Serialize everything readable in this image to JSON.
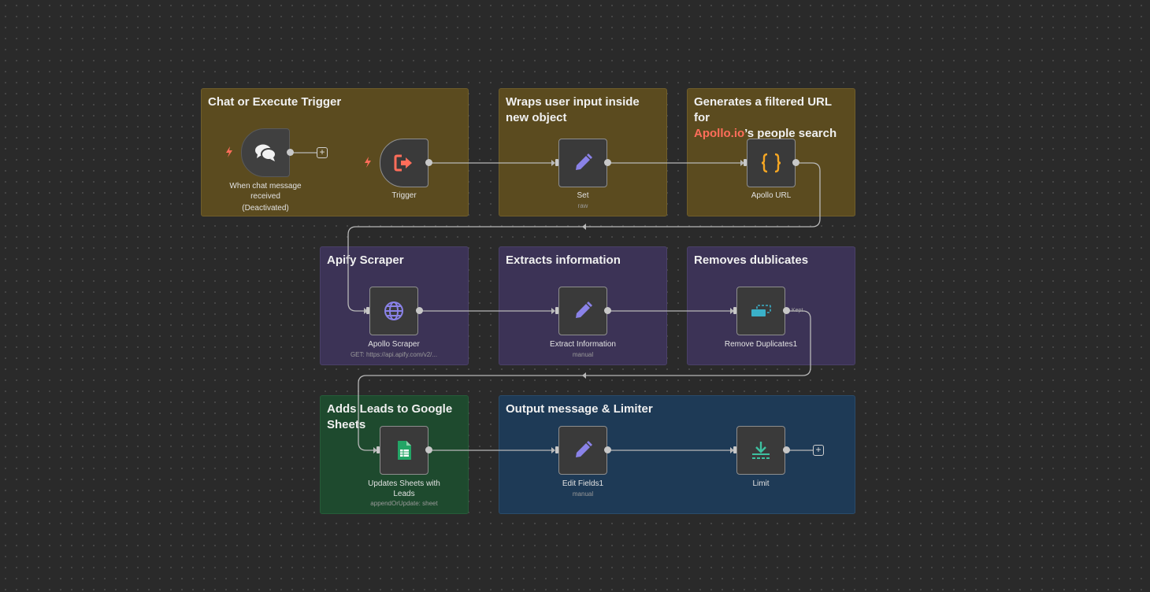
{
  "notes": {
    "trigger": {
      "title": "Chat or Execute Trigger"
    },
    "wrap": {
      "title": "Wraps user input inside\nnew object"
    },
    "url": {
      "title_line1": "Generates a filtered URL for",
      "title_highlight": "Apollo.io",
      "title_rest": "’s people search"
    },
    "scraper": {
      "title": "Apify Scraper"
    },
    "extract": {
      "title": "Extracts information"
    },
    "dedup": {
      "title": "Removes dublicates"
    },
    "sheets": {
      "title": "Adds Leads to Google\nSheets"
    },
    "output": {
      "title": "Output message & Limiter"
    }
  },
  "nodes": {
    "chat": {
      "label": "When chat message\nreceived",
      "status": "(Deactivated)",
      "icon": "chat-bubbles-icon"
    },
    "trigger": {
      "label": "Trigger",
      "icon": "sign-out-icon"
    },
    "set": {
      "label": "Set",
      "sub": "raw",
      "icon": "pencil-icon"
    },
    "apollo_url": {
      "label": "Apollo URL",
      "icon": "curly-braces-icon"
    },
    "apollo_scraper": {
      "label": "Apollo Scraper",
      "sub": "GET: https://api.apify.com/v2/...",
      "icon": "globe-icon"
    },
    "extract": {
      "label": "Extract Information",
      "sub": "manual",
      "icon": "pencil-icon"
    },
    "remove_dup": {
      "label": "Remove Duplicates1",
      "output_label": "Kept",
      "icon": "dedupe-icon"
    },
    "sheets": {
      "label": "Updates Sheets with\nLeads",
      "sub": "appendOrUpdate: sheet",
      "icon": "google-sheets-icon"
    },
    "edit_fields": {
      "label": "Edit Fields1",
      "sub": "manual",
      "icon": "pencil-icon"
    },
    "limit": {
      "label": "Limit",
      "icon": "limit-icon"
    }
  },
  "colors": {
    "accent": "#ff6d5a",
    "pencil": "#8a82e8",
    "braces": "#f5a623",
    "globe": "#8a82e8",
    "sheets": "#23a566",
    "dedupe": "#3ab0c8",
    "limit": "#3ec0a0"
  }
}
